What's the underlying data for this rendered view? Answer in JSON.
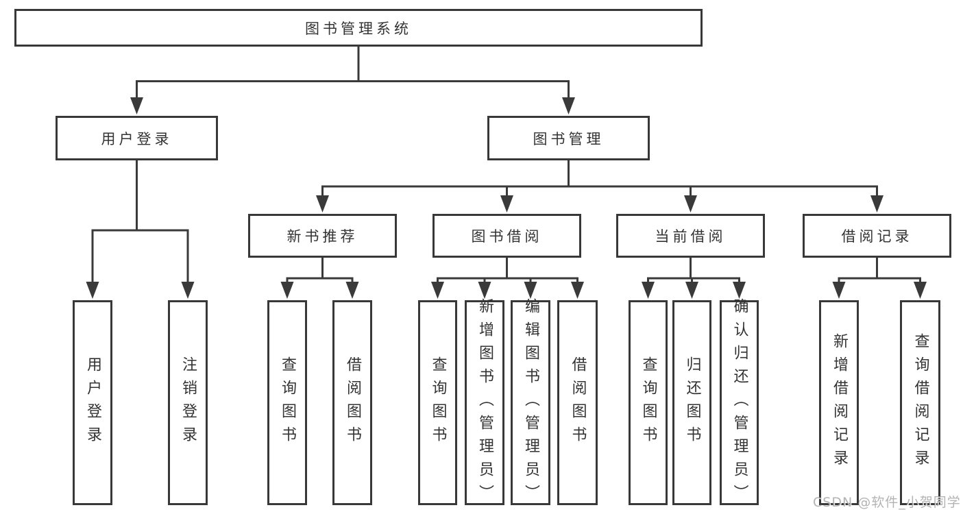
{
  "tree": {
    "root": {
      "label": "图书管理系统"
    },
    "branches": [
      {
        "label": "用户登录",
        "leaves": [
          {
            "label": "用户登录"
          },
          {
            "label": "注销登录"
          }
        ]
      },
      {
        "label": "图书管理",
        "groups": [
          {
            "label": "新书推荐",
            "leaves": [
              {
                "label": "查询图书"
              },
              {
                "label": "借阅图书"
              }
            ]
          },
          {
            "label": "图书借阅",
            "leaves": [
              {
                "label": "查询图书"
              },
              {
                "label": "新增图书（管理员）"
              },
              {
                "label": "编辑图书（管理员）"
              },
              {
                "label": "借阅图书"
              }
            ]
          },
          {
            "label": "当前借阅",
            "leaves": [
              {
                "label": "查询图书"
              },
              {
                "label": "归还图书"
              },
              {
                "label": "确认归还（管理员）"
              }
            ]
          },
          {
            "label": "借阅记录",
            "leaves": [
              {
                "label": "新增借阅记录"
              },
              {
                "label": "查询借阅记录"
              }
            ]
          }
        ]
      }
    ]
  },
  "watermark": {
    "text": "CSDN @软件_小贺同学"
  },
  "colors": {
    "line": "#3a3a3a",
    "box_border": "#383838",
    "text": "#333333",
    "background": "#ffffff",
    "watermark": "#a0a0a0"
  }
}
